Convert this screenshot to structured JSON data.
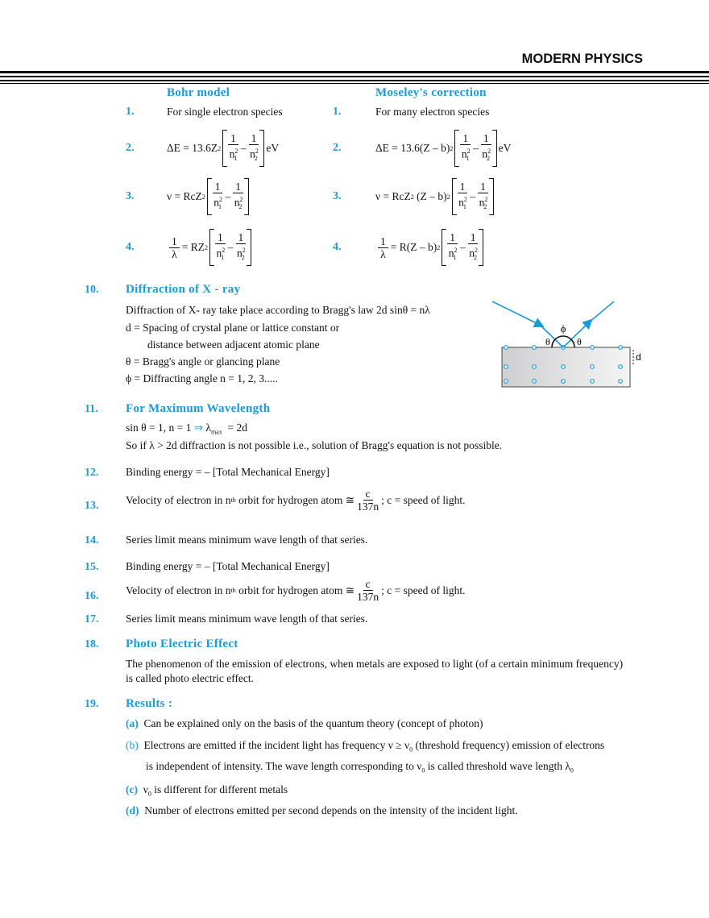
{
  "header": {
    "title": "MODERN PHYSICS"
  },
  "colors": {
    "accent": "#1a9ad6"
  },
  "comparison": {
    "left_title": "Bohr model",
    "right_title": "Moseley's correction",
    "left": [
      {
        "n": "1.",
        "text": "For single electron species"
      },
      {
        "n": "2.",
        "pre": "ΔE = 13.6Z",
        "pre_sup": "2",
        "post": "eV"
      },
      {
        "n": "3.",
        "pre": "ν = RcZ",
        "pre_sup": "2",
        "post": ""
      },
      {
        "n": "4.",
        "lhs_num": "1",
        "lhs_den": "λ",
        "pre": "= RZ",
        "pre_sup": "2",
        "post": ""
      }
    ],
    "right": [
      {
        "n": "1.",
        "text": "For many electron species"
      },
      {
        "n": "2.",
        "pre": "ΔE = 13.6(Z – b)",
        "pre_sup": "2",
        "post": "eV"
      },
      {
        "n": "3.",
        "pre": "ν = RcZ",
        "pre_sup": "2",
        "pre2": "(Z – b)",
        "pre2_sup": "2",
        "post": ""
      },
      {
        "n": "4.",
        "lhs_num": "1",
        "lhs_den": "λ",
        "pre": "= R(Z – b)",
        "pre_sup": "2",
        "post": ""
      }
    ],
    "bracket": {
      "one": "1",
      "n": "n",
      "s1": "1",
      "s2": "2",
      "sq": "2",
      "minus": "–"
    }
  },
  "sections": {
    "s10": {
      "n": "10.",
      "title": "Diffraction of X - ray",
      "lines": [
        "Diffraction of X- ray take place according to Bragg's law 2d sinθ = nλ",
        "d  =  Spacing of crystal plane or lattice constant or",
        "distance between adjacent atomic plane",
        "θ  = Bragg's angle or glancing plane",
        "ϕ  = Diffracting angle n = 1, 2, 3....."
      ],
      "diagram": {
        "phi": "ϕ",
        "theta": "θ",
        "d": "d"
      }
    },
    "s11": {
      "n": "11.",
      "title": "For Maximum Wavelength",
      "l1a": "sin θ = 1, n = 1",
      "arrow": "⇒",
      "l1b": "λ",
      "l1sub": "max",
      "l1c": "= 2d",
      "l2": "So if λ > 2d diffraction is not possible i.e., solution of Bragg's equation is not possible."
    },
    "s12": {
      "n": "12.",
      "text": "Binding energy  = – [Total Mechanical Energy]"
    },
    "s13": {
      "n": "13.",
      "a": "Velocity of electron in n",
      "sup": "th",
      "b": "orbit for hydrogen atom ≅",
      "num": "c",
      "den": "137n",
      "c": "; c = speed of light."
    },
    "s14": {
      "n": "14.",
      "text": "Series limit means minimum wave length of that series."
    },
    "s15": {
      "n": "15.",
      "text": "Binding energy  = – [Total Mechanical Energy]"
    },
    "s16": {
      "n": "16.",
      "a": "Velocity of electron in n",
      "sup": "th",
      "b": "orbit for hydrogen atom ≅",
      "num": "c",
      "den": "137n",
      "c": "; c = speed of light."
    },
    "s17": {
      "n": "17.",
      "text": "Series limit means minimum wave length of that series."
    },
    "s18": {
      "n": "18.",
      "title": "Photo Electric Effect",
      "l1": "The phenomenon of the emission of electrons, when metals are exposed to light (of a certain minimum frequency)",
      "l2": "is called photo electric effect."
    },
    "s19": {
      "n": "19.",
      "title": "Results :",
      "a": {
        "label": "(a)",
        "text": "Can be explained only on the basis of the quantum theory (concept of photon)"
      },
      "b": {
        "label": "(b)",
        "t1": "Electrons are emitted if the incident light has frequency  ν ≥ ν",
        "s1": "0",
        "t2": " (threshold frequency) emission of electrons",
        "t3": "is independent of intensity. The wave length corresponding to  ν",
        "s2": "0",
        "t4": " is called threshold wave length  λ",
        "s3": "0"
      },
      "c": {
        "label": "(c)",
        "t1": "ν",
        "s1": "0",
        "t2": " is different for different metals"
      },
      "d": {
        "label": "(d)",
        "text": "Number of electrons emitted per second depends on the intensity of the incident light."
      }
    }
  }
}
